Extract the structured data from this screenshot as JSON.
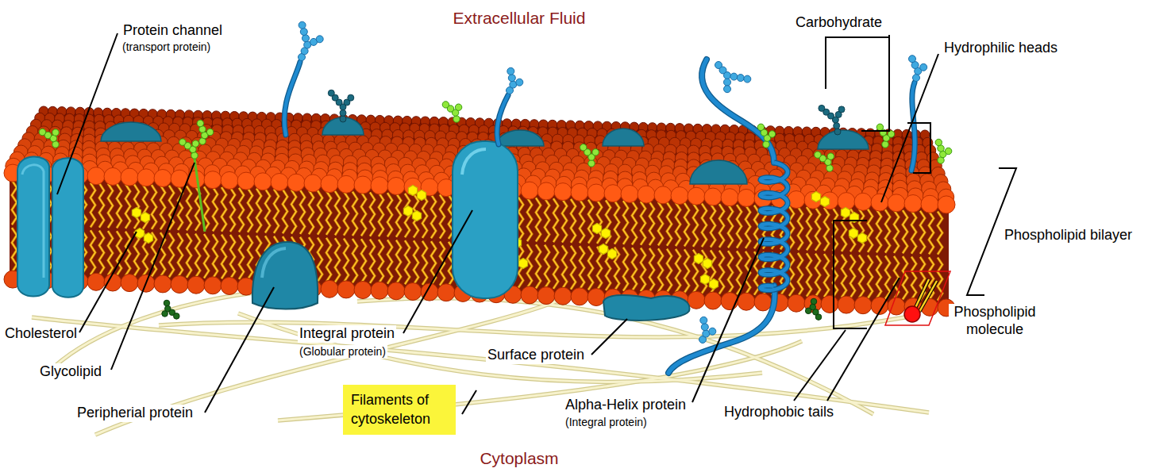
{
  "diagram": {
    "nodes": [
      {
        "text": [
          "Filaments of cytoskeleton"
        ]
      }
    ],
    "labels": [
      "Protein channel",
      "(transport protein)",
      "Extracellular Fluid",
      "Carbohydrate",
      "Hydrophilic heads",
      "Phospholipid bilayer",
      "Phospholipid molecule",
      "Cholesterol",
      "Glycolipid",
      "Peripherial protein",
      "Integral protein",
      "(Globular protein)",
      "Surface protein",
      "Alpha-Helix protein",
      "(Integral protein)",
      "Hydrophobic tails",
      "Cytoplasm"
    ]
  }
}
